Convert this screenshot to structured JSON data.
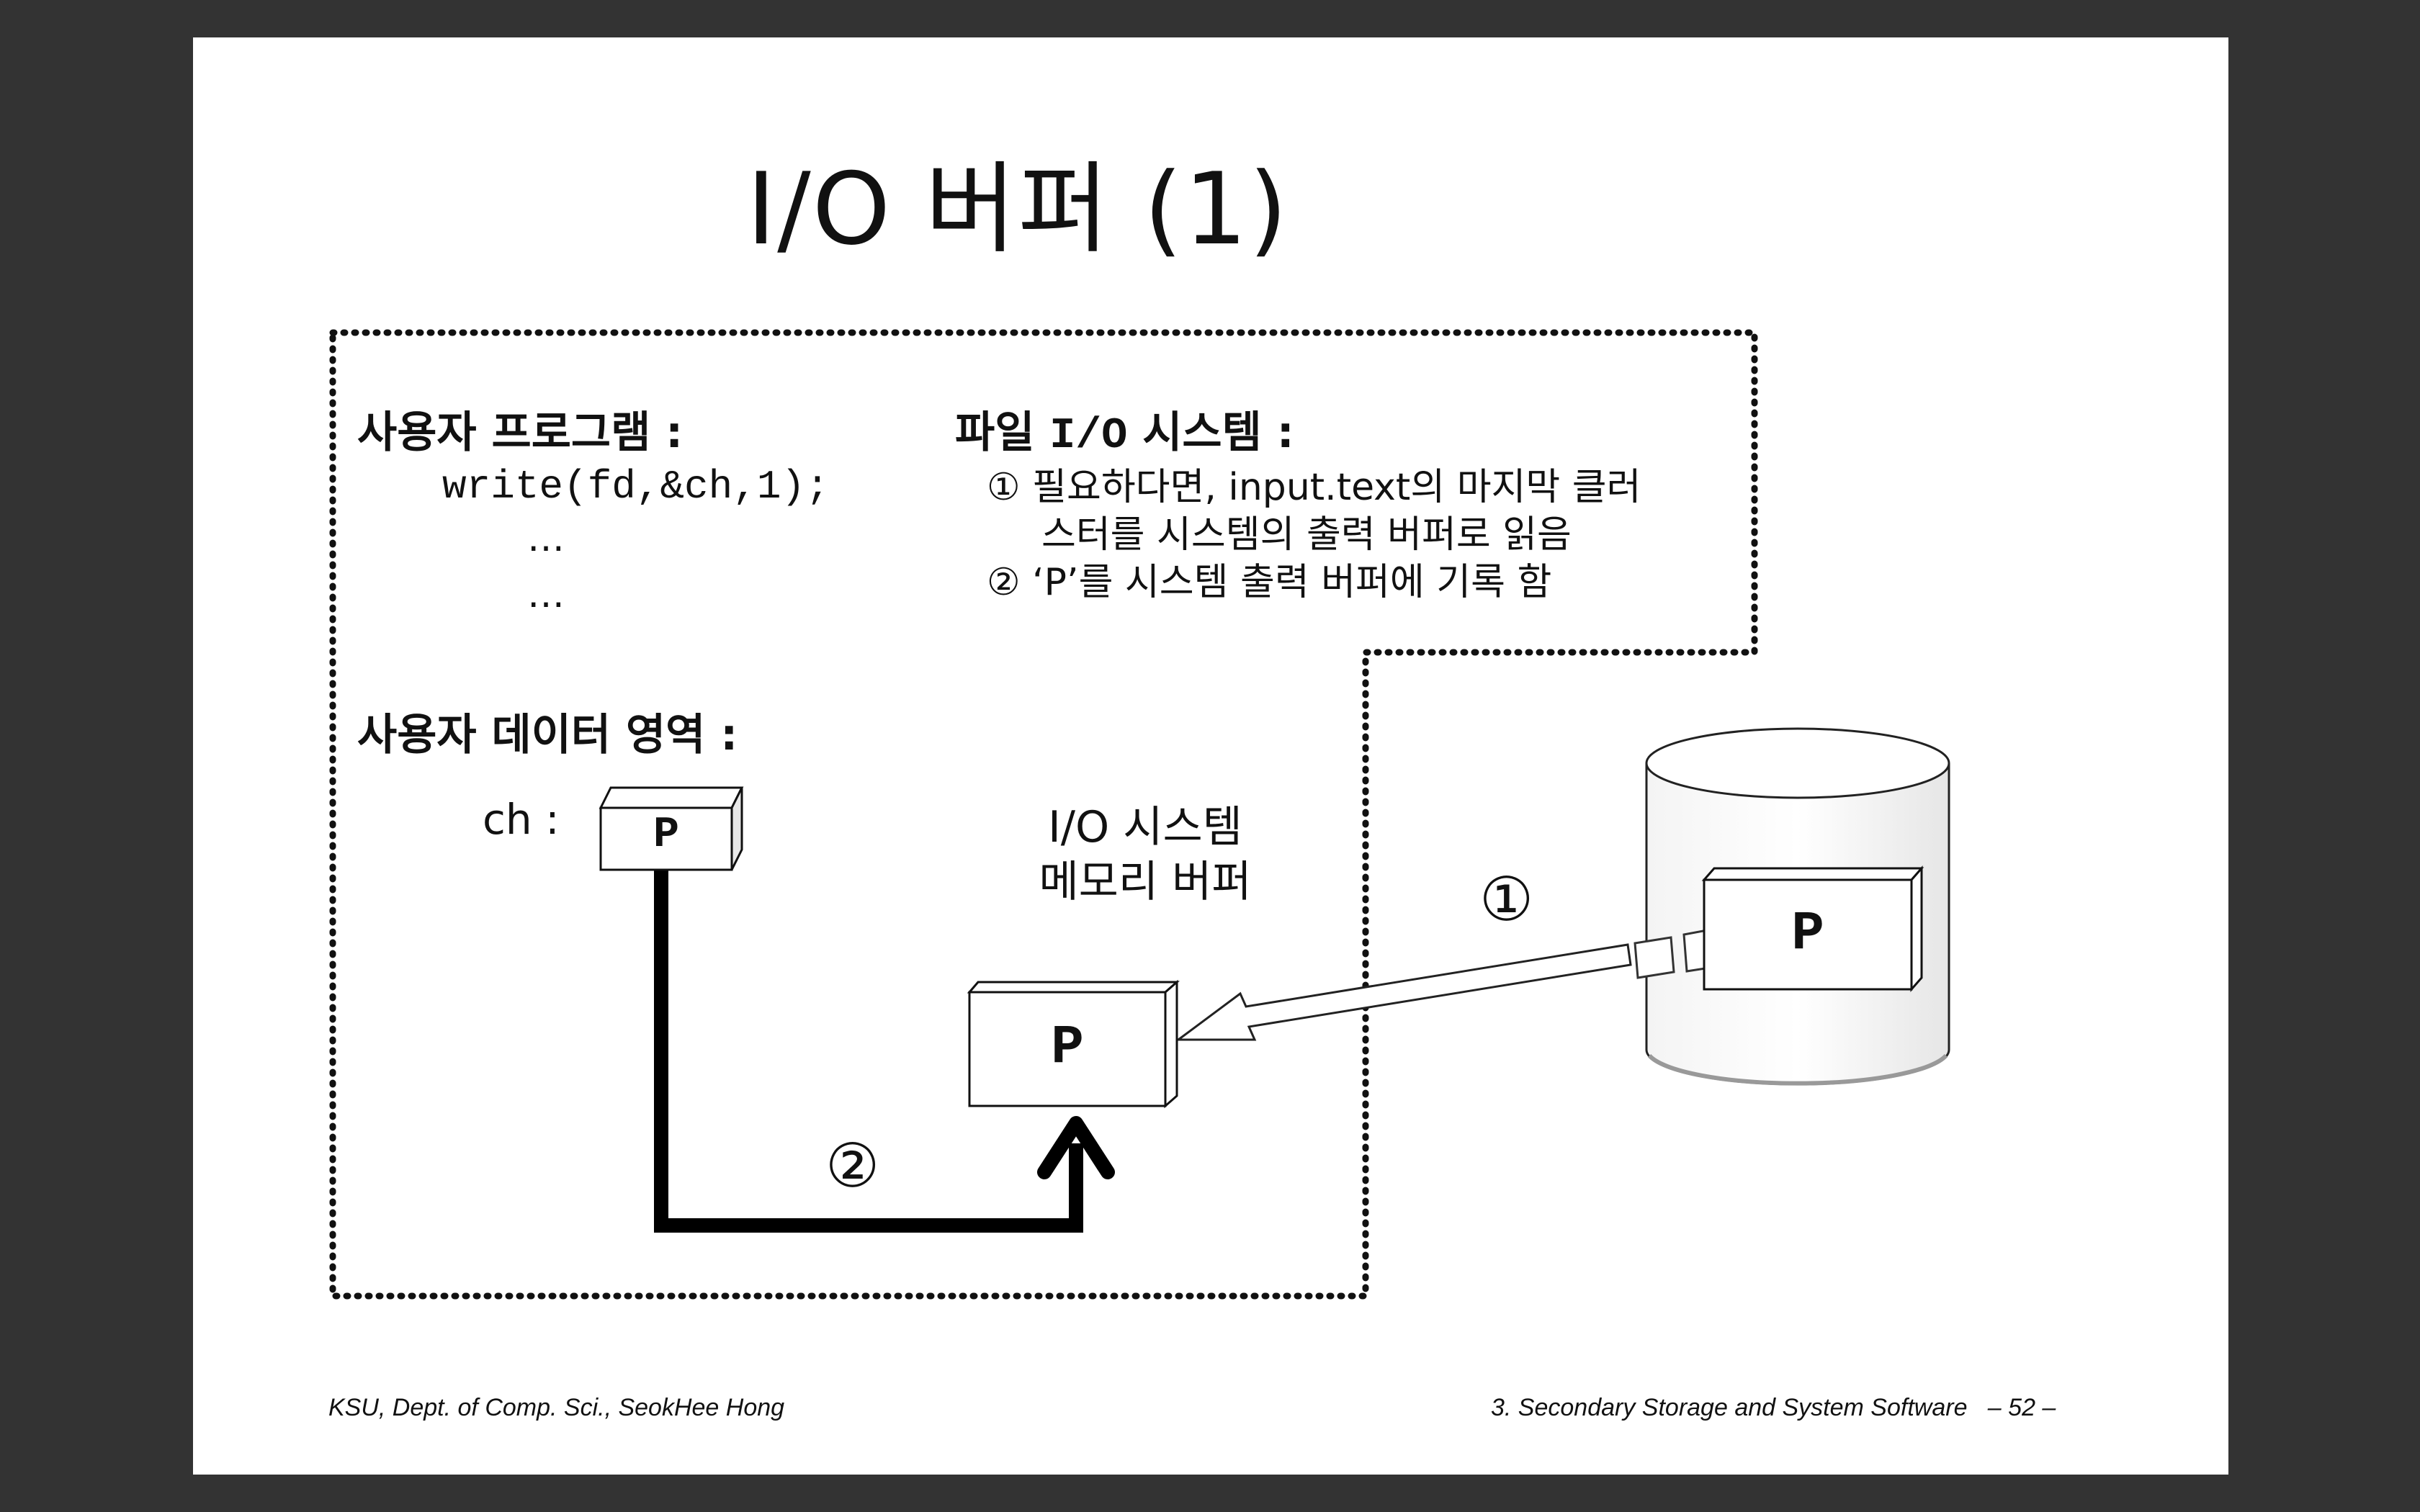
{
  "slide": {
    "title": "I/O 버퍼 (1)"
  },
  "program": {
    "heading": "사용자 프로그램 :",
    "code": "write(fd,&ch,1);",
    "ellipsis1": "…",
    "ellipsis2": "…"
  },
  "file_io": {
    "heading_prefix": "파일 ",
    "heading_code": "I/O",
    "heading_suffix": " 시스템 :",
    "step1_line1": "① 필요하다면, input.text의 마지막 클러",
    "step1_line2": "스터를 시스템의 출력 버퍼로 읽음",
    "step2": "② ‘P’를 시스템 출력 버퍼에 기록 함"
  },
  "user_data": {
    "heading": "사용자 데이터 영역 :",
    "ch_label": "ch :",
    "ch_value": "P"
  },
  "buffer": {
    "label_line1": "I/O 시스템",
    "label_line2": "메모리 버퍼",
    "value": "P"
  },
  "disk": {
    "value": "P"
  },
  "steps": {
    "one": "①",
    "two": "②"
  },
  "footer": {
    "left": "KSU, Dept. of Comp. Sci., SeokHee Hong",
    "right": "3. Secondary Storage and System Software   – 52 –"
  },
  "colors": {
    "background": "#333333",
    "slide": "#ffffff",
    "ink": "#111111"
  }
}
